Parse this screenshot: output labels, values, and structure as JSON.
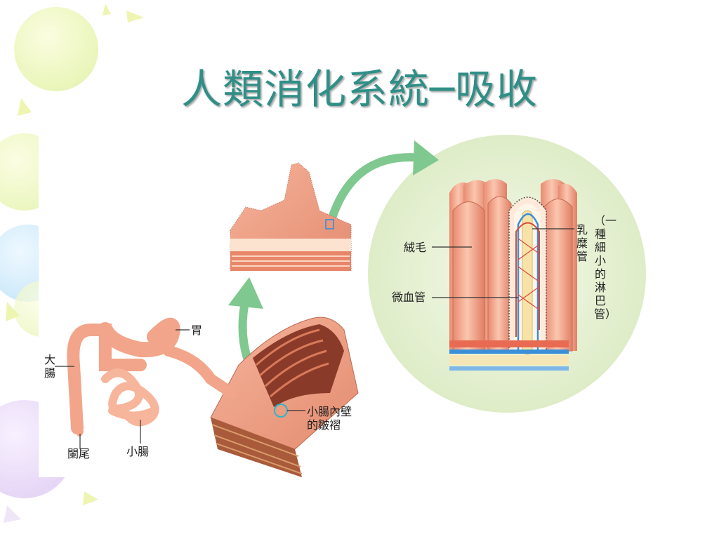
{
  "slide": {
    "title": "人類消化系統─吸收"
  },
  "labels": {
    "stomach": "胃",
    "large_intestine_line1": "大",
    "large_intestine_line2": "腸",
    "appendix": "闌尾",
    "small_intestine": "小腸",
    "folds_line1": "小腸內壁",
    "folds_line2": "的皺褶",
    "villus": "絨毛",
    "capillary": "微血管",
    "lacteal_col1": "乳",
    "lacteal_col2": "糜",
    "lacteal_col3": "管",
    "lymph_note": "（一種細小的淋巴管）"
  },
  "colors": {
    "title": "#2f8f87",
    "tissue": "#f2a58a",
    "tissue_dark": "#d9735a",
    "arrow": "#7fc88f",
    "circle_bg": "#e8f2d6",
    "vessel_blue": "#3a8fd8",
    "vessel_red": "#d94a3a"
  }
}
